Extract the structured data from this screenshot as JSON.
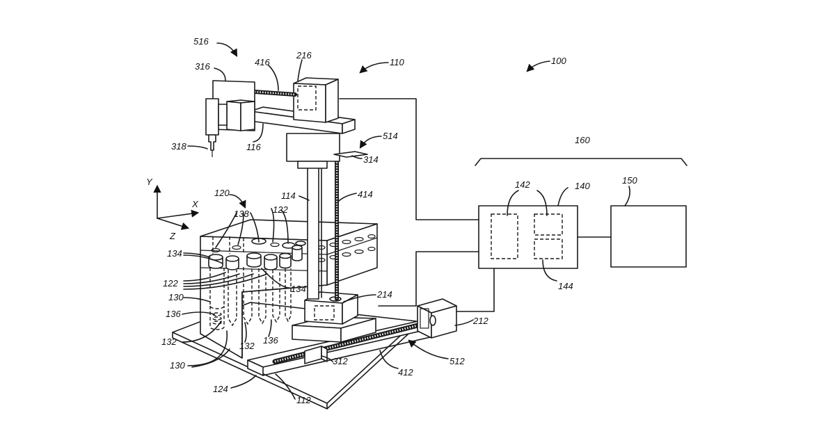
{
  "figure": {
    "labels": {
      "l516": "516",
      "l316": "316",
      "l416": "416",
      "l216": "216",
      "l110": "110",
      "l100": "100",
      "l318": "318",
      "l116": "116",
      "l514": "514",
      "l314": "314",
      "l160": "160",
      "l120": "120",
      "l114": "114",
      "l414": "414",
      "l138": "138",
      "l122a": "122",
      "l142": "142",
      "l140": "140",
      "l150": "150",
      "l134a": "134",
      "l122b": "122",
      "l134b": "134",
      "l130a": "130",
      "l136a": "136",
      "l214": "214",
      "l144": "144",
      "l132a": "132",
      "l132b": "132",
      "l136b": "136",
      "l212": "212",
      "l130b": "130",
      "l312": "312",
      "l512": "512",
      "l412": "412",
      "l124": "124",
      "l112": "112"
    },
    "axes": {
      "y": "Y",
      "x": "X",
      "z": "Z"
    }
  }
}
